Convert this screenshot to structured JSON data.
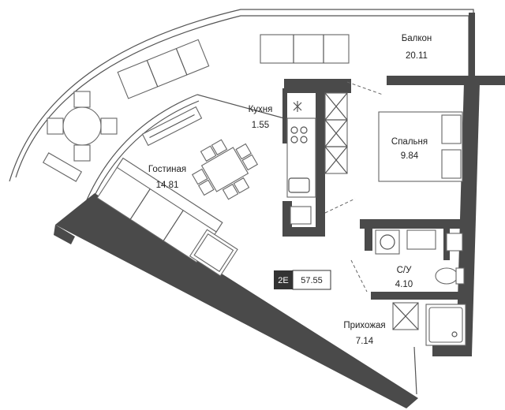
{
  "plan": {
    "rooms": [
      {
        "id": "balcony",
        "name": "Балкон",
        "area": "20.11"
      },
      {
        "id": "kitchen",
        "name": "Кухня",
        "area": "1.55"
      },
      {
        "id": "bedroom",
        "name": "Спальня",
        "area": "9.84"
      },
      {
        "id": "living",
        "name": "Гостиная",
        "area": "14.81"
      },
      {
        "id": "bathroom",
        "name": "С/У",
        "area": "4.10"
      },
      {
        "id": "hallway",
        "name": "Прихожая",
        "area": "7.14"
      }
    ],
    "badge": {
      "type": "2E",
      "total_area": "57.55"
    },
    "colors": {
      "walls": "#4a4a4a",
      "lines": "#555555",
      "background": "#ffffff"
    }
  }
}
